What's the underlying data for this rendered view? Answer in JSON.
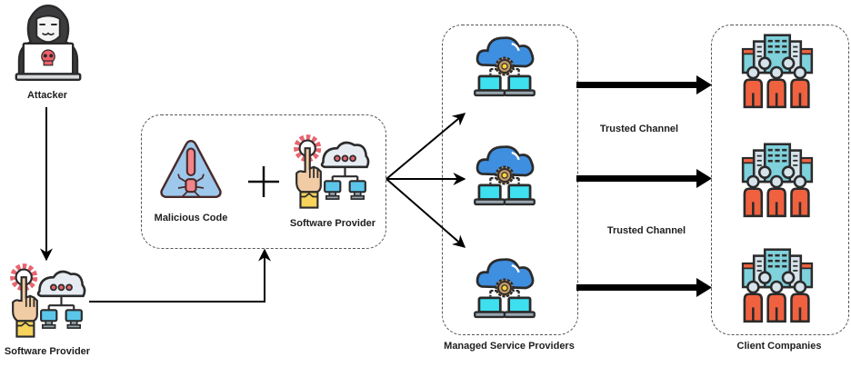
{
  "diagram": {
    "title": "Supply chain attack via managed service providers",
    "nodes": {
      "attacker": {
        "label": "Attacker",
        "icon": "hacker-icon"
      },
      "software_provider_origin": {
        "label": "Software Provider",
        "icon": "software-provider-icon"
      },
      "compromised_bundle": {
        "malicious_code": {
          "label": "Malicious Code",
          "icon": "malware-warning-icon"
        },
        "plus_symbol": "+",
        "software_provider": {
          "label": "Software Provider",
          "icon": "software-provider-icon"
        }
      },
      "managed_service_providers": {
        "label": "Managed Service Providers",
        "count": 3,
        "icon": "cloud-network-icon"
      },
      "client_companies": {
        "label": "Client Companies",
        "count": 3,
        "icon": "company-people-icon"
      }
    },
    "edges": [
      {
        "from": "attacker",
        "to": "software_provider_origin"
      },
      {
        "from": "software_provider_origin",
        "to": "compromised_bundle"
      },
      {
        "from": "compromised_bundle",
        "to": "managed_service_providers.1"
      },
      {
        "from": "compromised_bundle",
        "to": "managed_service_providers.2"
      },
      {
        "from": "compromised_bundle",
        "to": "managed_service_providers.3"
      },
      {
        "from": "managed_service_providers.1",
        "to": "client_companies.1"
      },
      {
        "from": "managed_service_providers.2",
        "to": "client_companies.2"
      },
      {
        "from": "managed_service_providers.3",
        "to": "client_companies.3"
      }
    ],
    "channel_labels": [
      "Trusted Channel",
      "Trusted Channel"
    ]
  }
}
